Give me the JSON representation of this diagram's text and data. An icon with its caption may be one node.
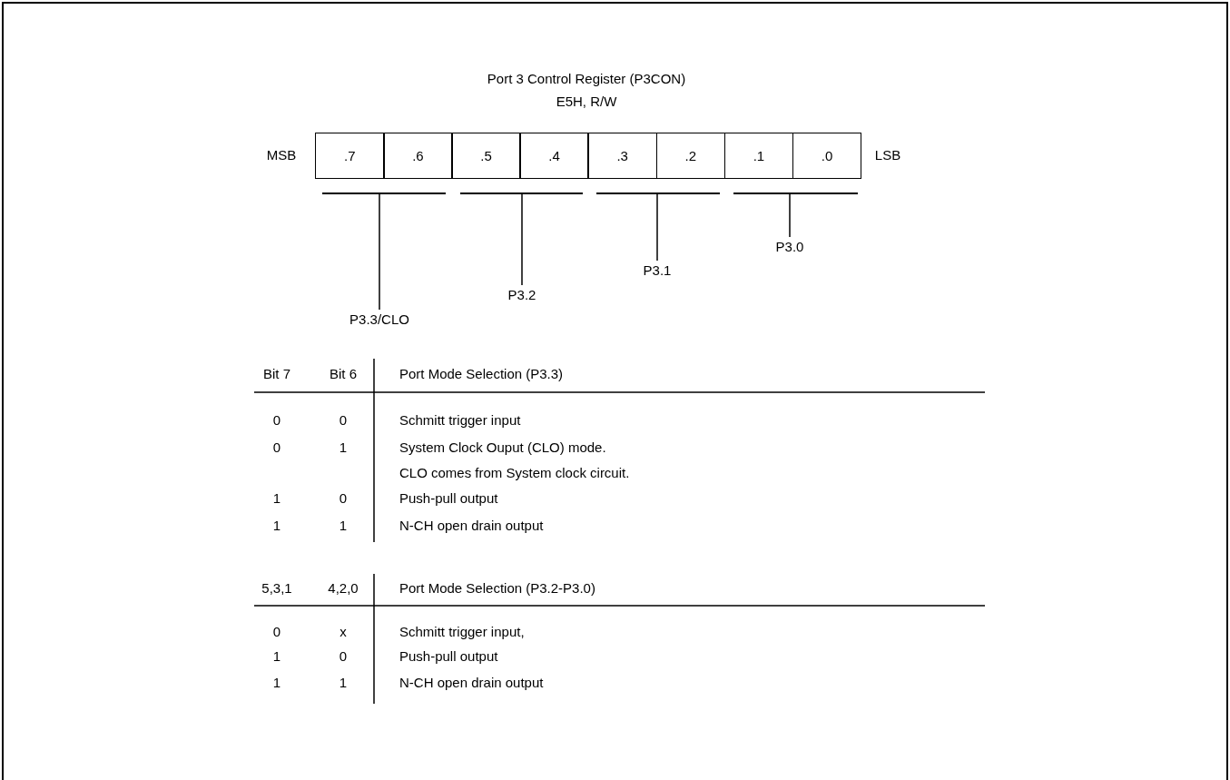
{
  "diagram": {
    "title": "Port 3 Control Register (P3CON)",
    "nodes": [
      {
        "text": [
          ".7"
        ]
      },
      {
        "text": [
          ".6"
        ]
      },
      {
        "text": [
          ".5"
        ]
      },
      {
        "text": [
          ".4"
        ]
      },
      {
        "text": [
          ".3"
        ]
      },
      {
        "text": [
          ".2"
        ]
      },
      {
        "text": [
          ".1"
        ]
      },
      {
        "text": [
          ".0"
        ]
      },
      {
        "text": [],
        "shape": "bar"
      },
      {
        "text": [],
        "shape": "bar"
      },
      {
        "text": [],
        "shape": "bar"
      },
      {
        "text": [],
        "shape": "bar"
      },
      {
        "text": [
          "P3.3/CLO"
        ]
      },
      {
        "text": [
          "P3.2"
        ]
      },
      {
        "text": [
          "P3.1"
        ]
      },
      {
        "text": [
          "P3.0"
        ]
      }
    ],
    "edges": [
      {
        "from": 12,
        "to": 8,
        "arrow": "none"
      },
      {
        "from": 13,
        "to": 9,
        "arrow": "none"
      },
      {
        "from": 14,
        "to": 10,
        "arrow": "none"
      },
      {
        "from": 15,
        "to": 11,
        "arrow": "none"
      }
    ],
    "labels": [
      "E5H, R/W",
      "MSB",
      "LSB",
      "Bit 7",
      "Bit 6",
      "Port Mode Selection (P3.3)",
      "0",
      "0",
      "Schmitt trigger input",
      "0",
      "1",
      "System Clock Ouput (CLO) mode.",
      "CLO comes from System clock circuit.",
      "1",
      "0",
      "Push-pull output",
      "1",
      "1",
      "N-CH open drain output",
      "5,3,1",
      "4,2,0",
      "Port Mode Selection (P3.2-P3.0)",
      "0",
      "x",
      "Schmitt trigger input,",
      "1",
      "0",
      "Push-pull output",
      "1",
      "1",
      "N-CH open drain output"
    ]
  }
}
